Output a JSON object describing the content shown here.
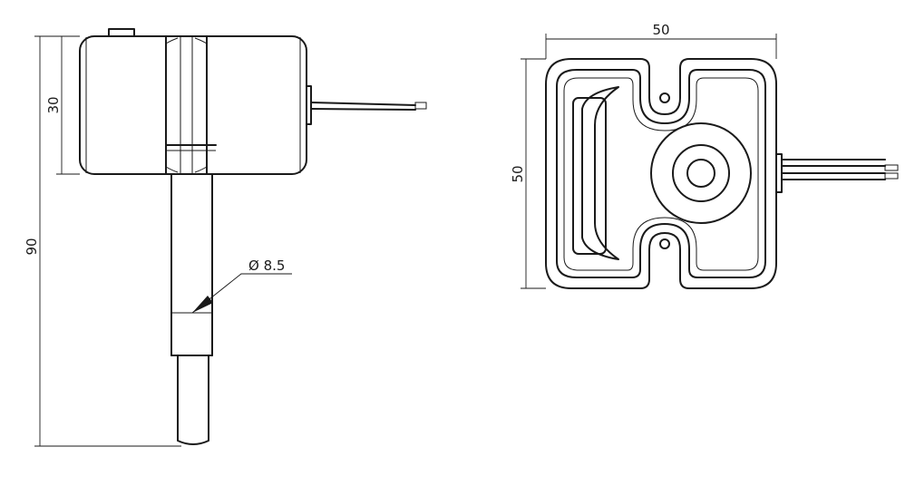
{
  "dimensions": {
    "height_total": "90",
    "height_body": "30",
    "diameter": "Ø 8.5",
    "width_top": "50",
    "height_top": "50"
  },
  "colors": {
    "line": "#1a1a1a",
    "background": "#ffffff"
  }
}
